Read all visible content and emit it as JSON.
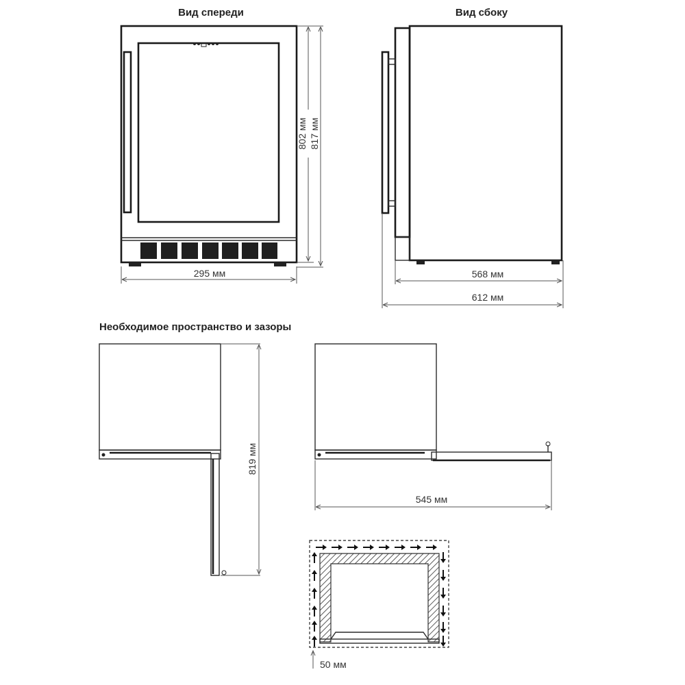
{
  "titles": {
    "front_view": "Вид спереди",
    "side_view": "Вид сбоку",
    "clearance_section": "Необходимое пространство и зазоры"
  },
  "dimensions": {
    "front_inner_height": "802 мм",
    "front_total_height": "817 мм",
    "front_width": "295 мм",
    "side_depth_body": "568 мм",
    "side_depth_total": "612 мм",
    "open_door_height": "819 мм",
    "open_door_depth": "545 мм",
    "ventilation_gap": "50 мм"
  }
}
